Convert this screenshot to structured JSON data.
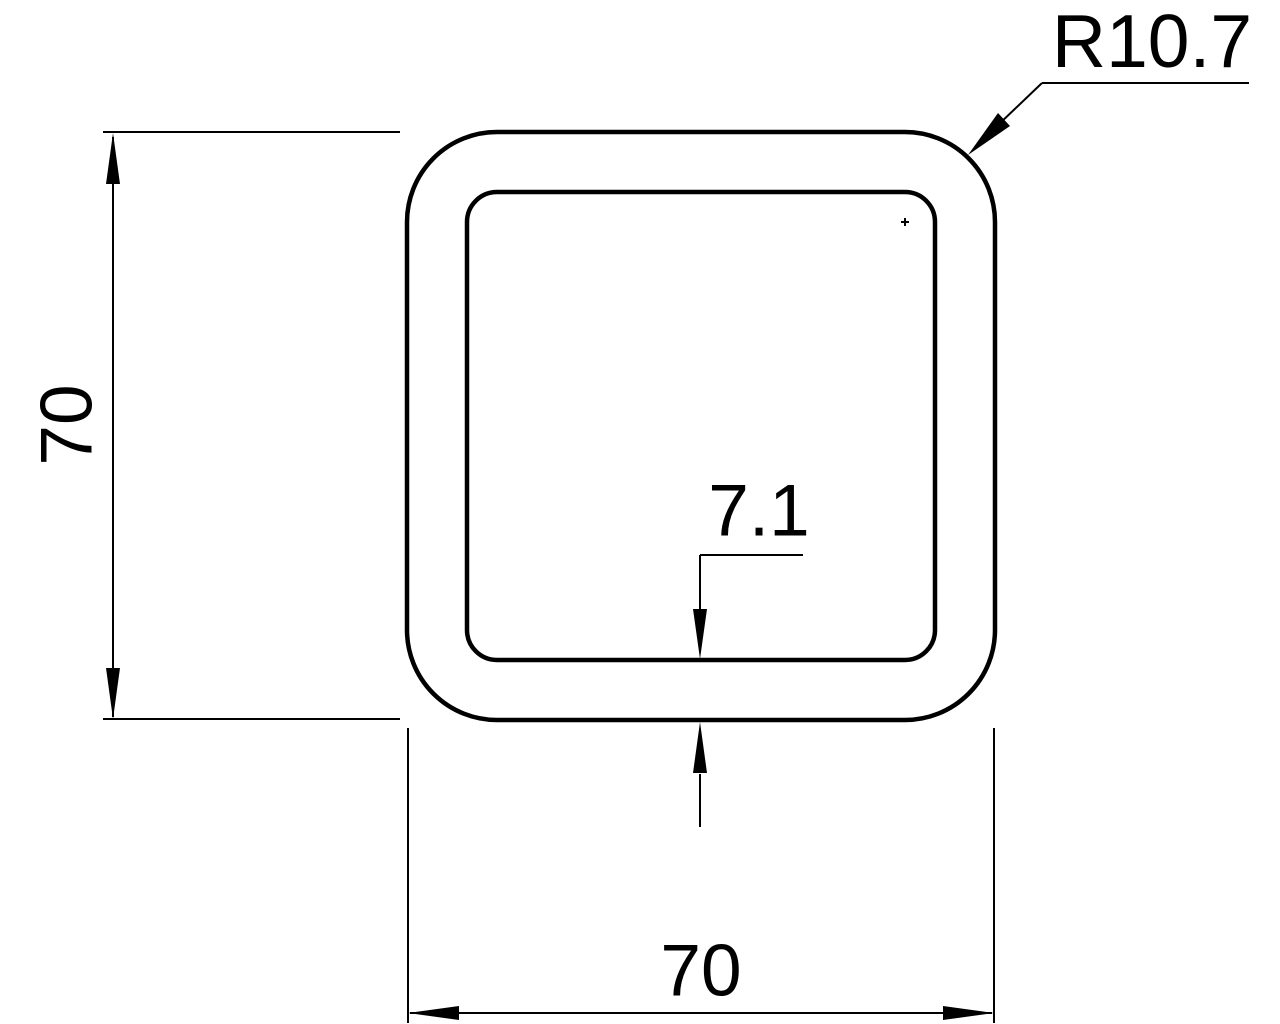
{
  "drawing": {
    "type": "technical-drawing",
    "subject": "square-hollow-section-cross-section",
    "background_color": "#ffffff",
    "line_color": "#000000",
    "labels": {
      "height": "70",
      "width": "70",
      "wall_thickness": "7.1",
      "corner_radius": "R10.7"
    },
    "values": {
      "height": 70,
      "width": 70,
      "wall_thickness": 7.1,
      "corner_radius": 10.7
    }
  }
}
